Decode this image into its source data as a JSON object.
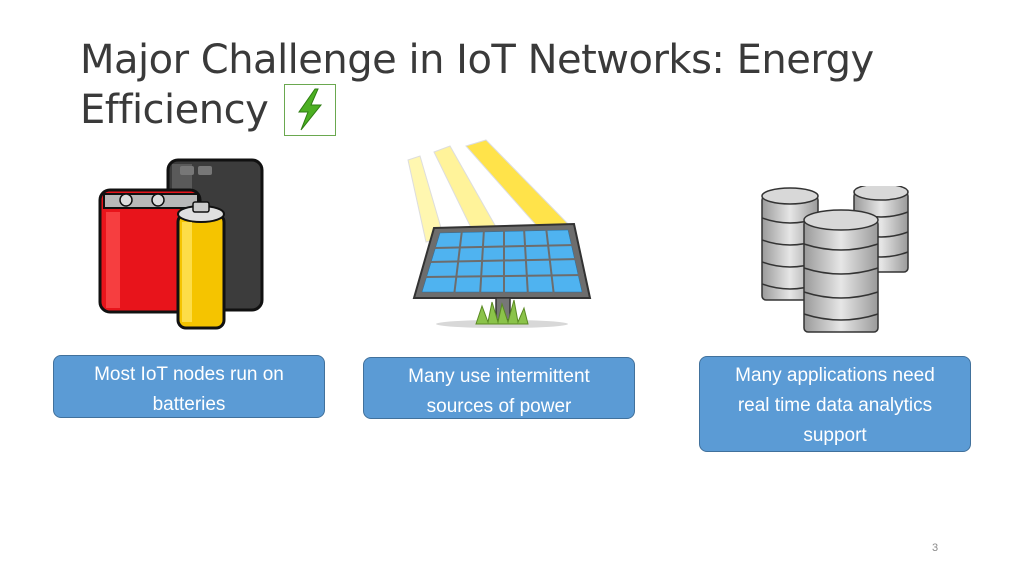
{
  "slide": {
    "title_line1": "Major Challenge in IoT Networks: Energy",
    "title_line2": "Efficiency",
    "icons": {
      "title_icon": "lightning-bolt-icon",
      "left": "batteries-icon",
      "middle": "solar-panel-icon",
      "right": "database-icon"
    },
    "boxes": [
      {
        "text": "Most IoT nodes run on batteries"
      },
      {
        "text": "Many use intermittent sources of power"
      },
      {
        "text": "Many applications need real time data analytics support"
      }
    ],
    "page_number": "3",
    "colors": {
      "box_fill": "#5b9bd5",
      "box_border": "#41719c",
      "bolt": "#4caf22"
    }
  }
}
